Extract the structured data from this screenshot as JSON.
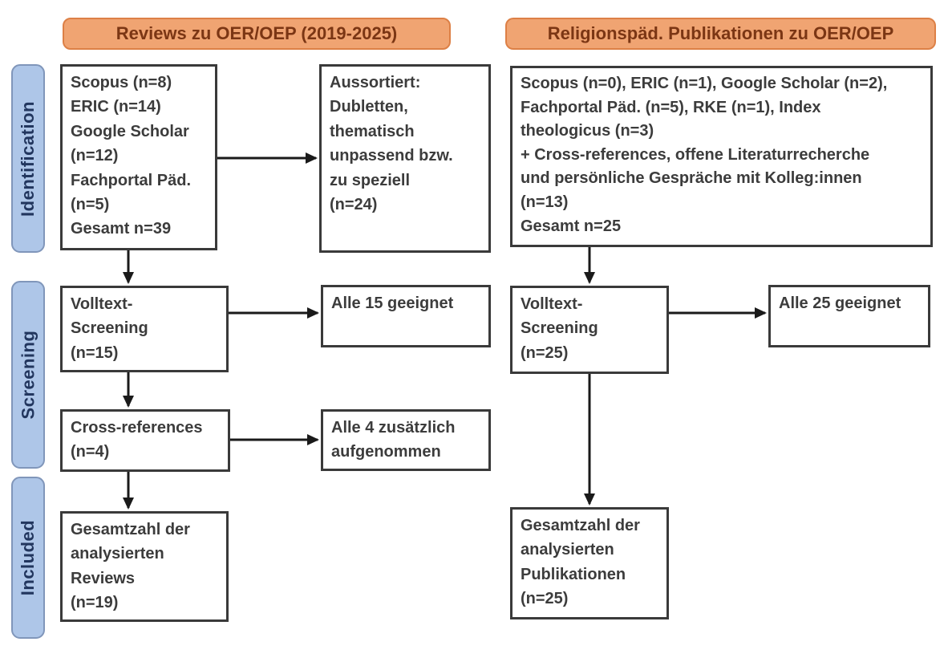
{
  "diagram": {
    "headers": {
      "left": "Reviews zu OER/OEP (2019-2025)",
      "right": "Religionspäd. Publikationen zu OER/OEP"
    },
    "stage_labels": {
      "identification": "Identification",
      "screening": "Screening",
      "included": "Included"
    },
    "left_column": {
      "identification_box": "Scopus (n=8)\nERIC (n=14)\nGoogle Scholar\n(n=12)\nFachportal Päd.\n(n=5)\nGesamt n=39",
      "excluded_box": "Aussortiert:\nDubletten,\nthematisch\nunpassend bzw.\nzu speziell\n(n=24)",
      "fulltext_box": "Volltext-\nScreening\n(n=15)",
      "fulltext_result_box": "Alle 15 geeignet",
      "crossref_box": "Cross-references\n(n=4)",
      "crossref_result_box": "Alle 4 zusätzlich\naufgenommen",
      "included_box": "Gesamtzahl der\nanalysierten\nReviews\n(n=19)"
    },
    "right_column": {
      "identification_box": "Scopus (n=0), ERIC (n=1), Google Scholar (n=2),\nFachportal Päd. (n=5), RKE (n=1), Index\ntheologicus (n=3)\n+ Cross-references, offene Literaturrecherche\nund persönliche Gespräche mit Kolleg:innen\n(n=13)\nGesamt n=25",
      "fulltext_box": "Volltext-\nScreening\n(n=25)",
      "fulltext_result_box": "Alle 25 geeignet",
      "included_box": "Gesamtzahl der\nanalysierten\nPublikationen\n(n=25)"
    },
    "colors": {
      "header_fill": "#f0a472",
      "header_border": "#dd8046",
      "header_text": "#7b3614",
      "stage_fill": "#aec6e8",
      "stage_border": "#8096ba",
      "stage_text": "#22365e",
      "box_border": "#3a3a3a",
      "box_text": "#3c3c3c",
      "arrow": "#1a1a1a",
      "background": "#ffffff"
    }
  }
}
